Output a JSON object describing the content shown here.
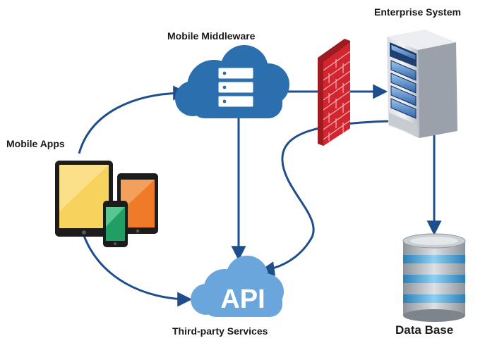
{
  "diagram": {
    "labels": {
      "mobile_middleware": "Mobile Middleware",
      "enterprise_system": "Enterprise System",
      "mobile_apps": "Mobile Apps",
      "third_party_services": "Third-party Services",
      "data_base": "Data Base",
      "api": "API"
    },
    "colors": {
      "arrow": "#1f4e8c",
      "cloud": "#2b6fae",
      "api_cloud": "#6aa6db",
      "firewall": "#c8202a",
      "server": "#4a78b8"
    }
  }
}
